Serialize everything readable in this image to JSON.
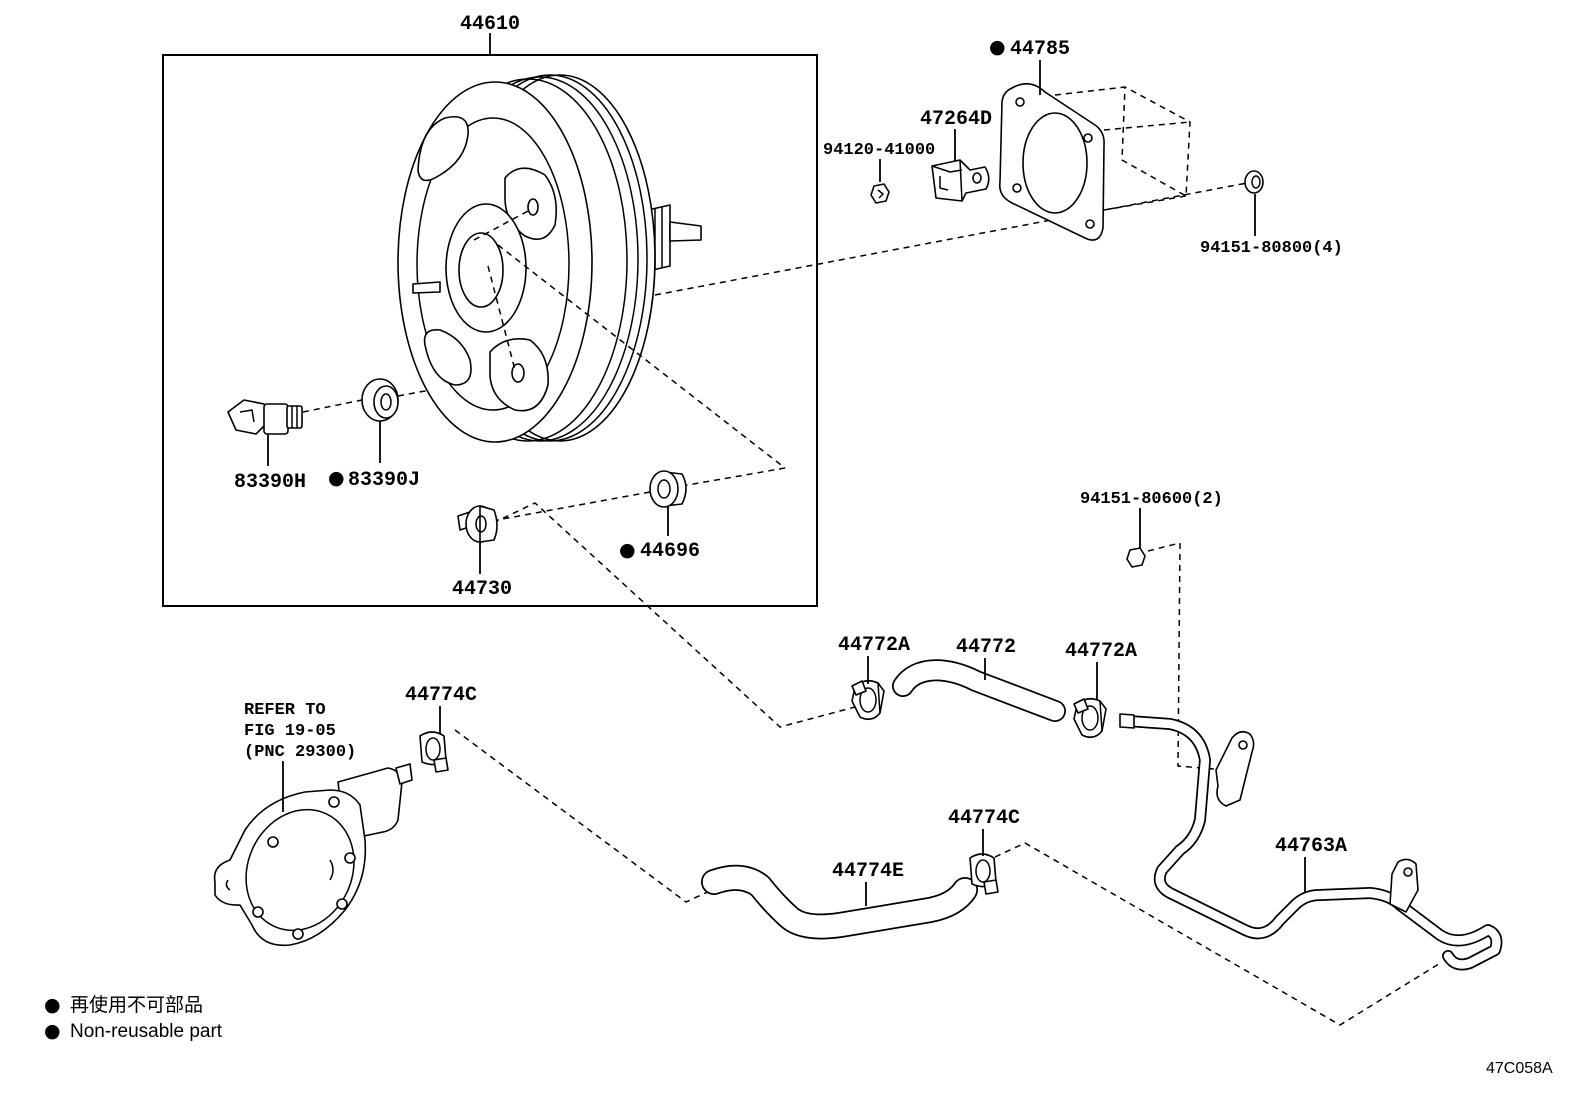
{
  "parts": {
    "booster": {
      "number": "44610"
    },
    "gasket": {
      "number": "44785",
      "non_reusable": true
    },
    "bracket": {
      "number": "47264D"
    },
    "nut_a": {
      "number": "94120-41000"
    },
    "nut_b": {
      "number": "94151-80800(4)"
    },
    "valve": {
      "number": "83390H"
    },
    "grommet_a": {
      "number": "83390J",
      "non_reusable": true
    },
    "grommet_b": {
      "number": "44696",
      "non_reusable": true
    },
    "check_valve": {
      "number": "44730"
    },
    "nut_c": {
      "number": "94151-80600(2)"
    },
    "clamp_left": {
      "number": "44772A"
    },
    "hose_upper": {
      "number": "44772"
    },
    "clamp_right": {
      "number": "44772A"
    },
    "clamp_c_upper": {
      "number": "44774C"
    },
    "clamp_c_lower": {
      "number": "44774C"
    },
    "hose_lower": {
      "number": "44774E"
    },
    "pipe": {
      "number": "44763A"
    }
  },
  "reference_note": [
    "REFER TO",
    "FIG 19-05",
    "(PNC 29300)"
  ],
  "legend": {
    "marker": "●",
    "japanese": "再使用不可部品",
    "english": "Non-reusable part"
  },
  "figure_code": "47C058A",
  "colors": {
    "line": "#000000",
    "background": "#ffffff"
  }
}
